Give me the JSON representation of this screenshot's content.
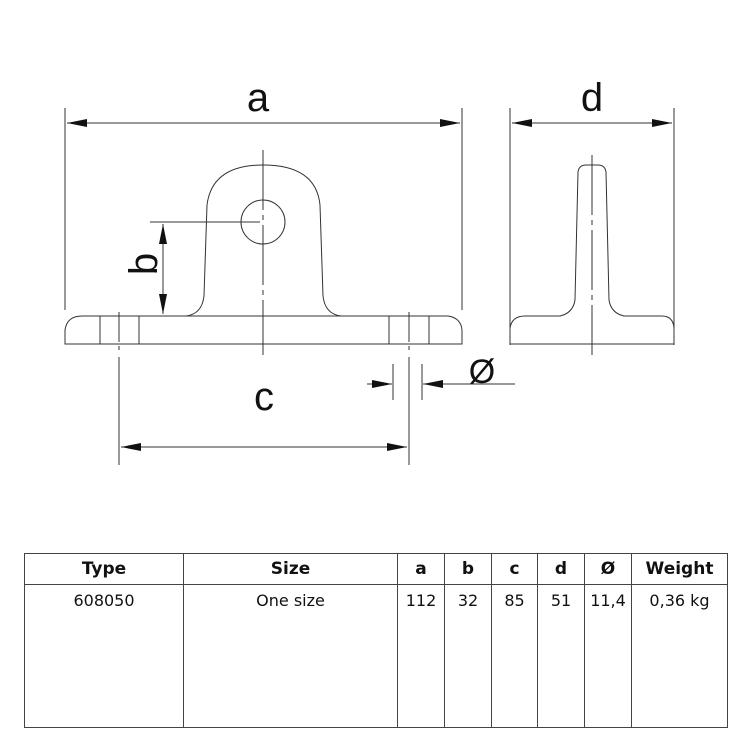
{
  "drawing": {
    "front_view": {
      "dim_a": "a",
      "dim_b": "b",
      "dim_c": "c",
      "dim_dia": "Ø"
    },
    "side_view": {
      "dim_d": "d"
    }
  },
  "table": {
    "headers": [
      "Type",
      "Size",
      "a",
      "b",
      "c",
      "d",
      "Ø",
      "Weight"
    ],
    "rows": [
      [
        "608050",
        "One size",
        "112",
        "32",
        "85",
        "51",
        "11,4",
        "0,36 kg"
      ]
    ]
  }
}
